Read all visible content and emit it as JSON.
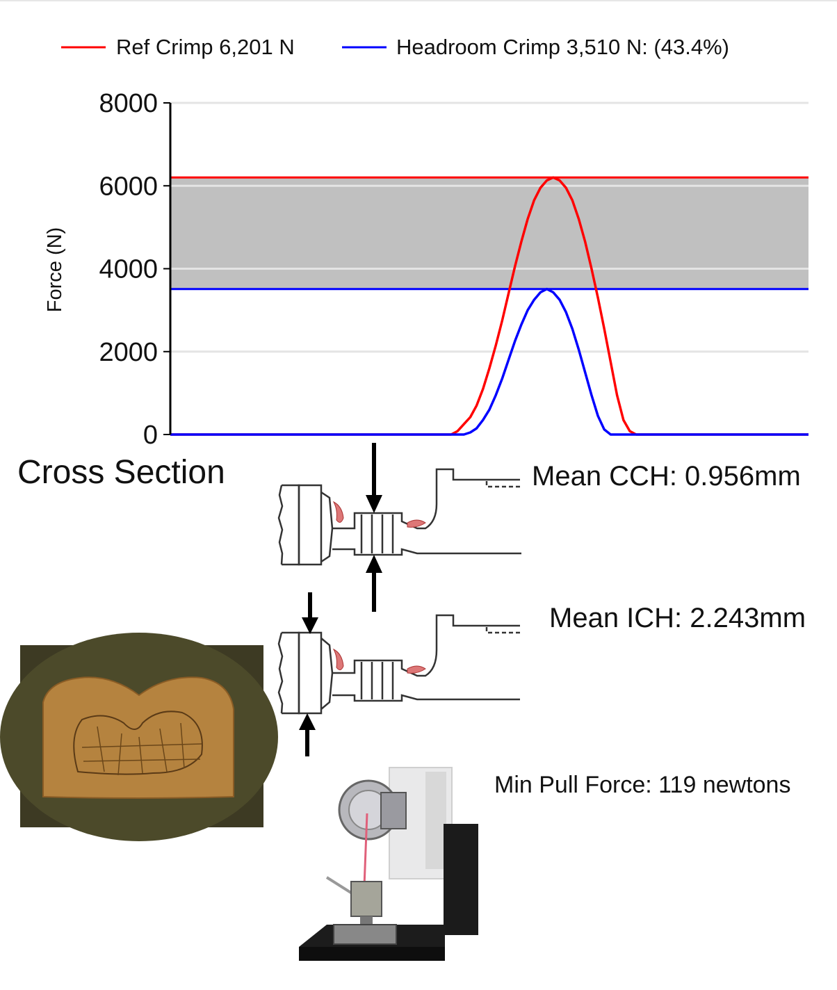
{
  "chart_data": {
    "type": "line",
    "ylabel": "Force (N)",
    "xlabel": "",
    "ylim": [
      0,
      8000
    ],
    "yticks": [
      0,
      2000,
      4000,
      6000,
      8000
    ],
    "grid": true,
    "legend_position": "top",
    "series": [
      {
        "name": "Ref Crimp 6,201 N",
        "color": "#ff0000",
        "peak": 6201,
        "points": [
          [
            0,
            0
          ],
          [
            44,
            0
          ],
          [
            45,
            80
          ],
          [
            46,
            250
          ],
          [
            47,
            420
          ],
          [
            48,
            700
          ],
          [
            49,
            1100
          ],
          [
            50,
            1600
          ],
          [
            51,
            2150
          ],
          [
            52,
            2750
          ],
          [
            53,
            3400
          ],
          [
            54,
            4050
          ],
          [
            55,
            4650
          ],
          [
            56,
            5200
          ],
          [
            57,
            5650
          ],
          [
            58,
            5950
          ],
          [
            59,
            6130
          ],
          [
            60,
            6201
          ],
          [
            61,
            6130
          ],
          [
            62,
            5950
          ],
          [
            63,
            5650
          ],
          [
            64,
            5200
          ],
          [
            65,
            4650
          ],
          [
            66,
            4000
          ],
          [
            67,
            3300
          ],
          [
            68,
            2550
          ],
          [
            69,
            1750
          ],
          [
            70,
            950
          ],
          [
            71,
            350
          ],
          [
            72,
            80
          ],
          [
            73,
            0
          ],
          [
            100,
            0
          ]
        ]
      },
      {
        "name": "Headroom Crimp 3,510 N: (43.4%)",
        "color": "#0000ff",
        "peak": 3510,
        "points": [
          [
            0,
            0
          ],
          [
            46,
            0
          ],
          [
            47,
            50
          ],
          [
            48,
            150
          ],
          [
            49,
            350
          ],
          [
            50,
            600
          ],
          [
            51,
            950
          ],
          [
            52,
            1350
          ],
          [
            53,
            1800
          ],
          [
            54,
            2250
          ],
          [
            55,
            2650
          ],
          [
            56,
            3000
          ],
          [
            57,
            3250
          ],
          [
            58,
            3430
          ],
          [
            59,
            3510
          ],
          [
            60,
            3430
          ],
          [
            61,
            3250
          ],
          [
            62,
            2950
          ],
          [
            63,
            2550
          ],
          [
            64,
            2050
          ],
          [
            65,
            1500
          ],
          [
            66,
            950
          ],
          [
            67,
            450
          ],
          [
            68,
            120
          ],
          [
            69,
            0
          ],
          [
            100,
            0
          ]
        ]
      }
    ],
    "reference_lines": [
      {
        "value": 6201,
        "color": "#ff0000"
      },
      {
        "value": 3510,
        "color": "#0000ff"
      }
    ],
    "band": {
      "from": 3510,
      "to": 6201,
      "color": "#c0c0c0"
    }
  },
  "labels": {
    "cross_section": "Cross Section",
    "mean_cch": "Mean CCH: 0.956mm",
    "mean_ich": "Mean ICH: 2.243mm",
    "min_pull": "Min Pull Force: 119 newtons"
  },
  "colors": {
    "ref": "#ff0000",
    "headroom": "#0000ff",
    "band": "#c0c0c0",
    "grid": "#d9d9d9",
    "axis": "#000000",
    "copper": "#b5833f"
  }
}
